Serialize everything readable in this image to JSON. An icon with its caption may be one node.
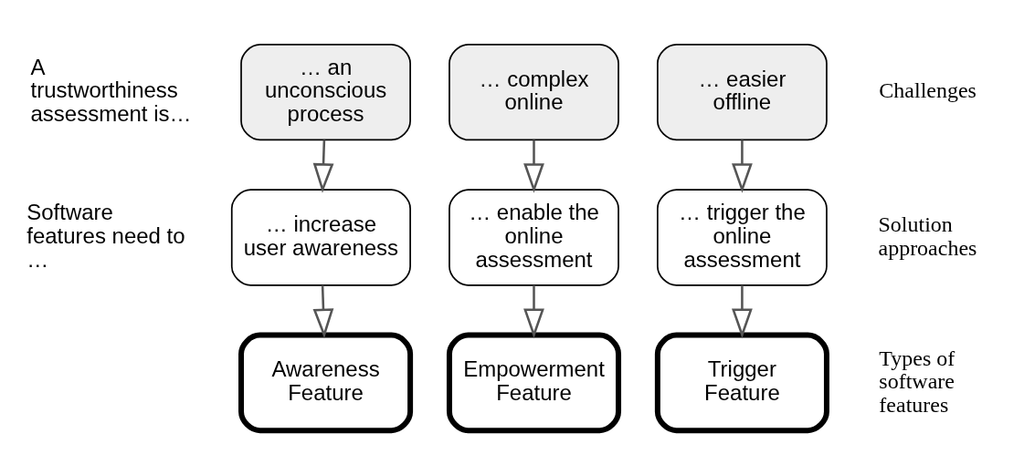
{
  "diagram": {
    "nodes": [
      {
        "text": [
          "… an unconscious process"
        ]
      },
      {
        "text": [
          "… complex online"
        ]
      },
      {
        "text": [
          "… easier offline"
        ]
      },
      {
        "text": [
          "… increase user awareness"
        ]
      },
      {
        "text": [
          "… enable the online assessment"
        ]
      },
      {
        "text": [
          "… trigger the online assessment"
        ]
      },
      {
        "text": [
          "Awareness Feature"
        ]
      },
      {
        "text": [
          "Empowerment Feature"
        ]
      },
      {
        "text": [
          "Trigger Feature"
        ]
      }
    ],
    "edges": [
      {
        "from": 0,
        "to": 3,
        "arrow": "to"
      },
      {
        "from": 1,
        "to": 4,
        "arrow": "to"
      },
      {
        "from": 2,
        "to": 5,
        "arrow": "to"
      },
      {
        "from": 3,
        "to": 6,
        "arrow": "to"
      },
      {
        "from": 4,
        "to": 7,
        "arrow": "to"
      },
      {
        "from": 5,
        "to": 8,
        "arrow": "to"
      }
    ],
    "labels": [
      "A trustworthiness assessment is…",
      "Challenges",
      "Software features need to …",
      "Solution approaches",
      "Types of software features"
    ]
  }
}
